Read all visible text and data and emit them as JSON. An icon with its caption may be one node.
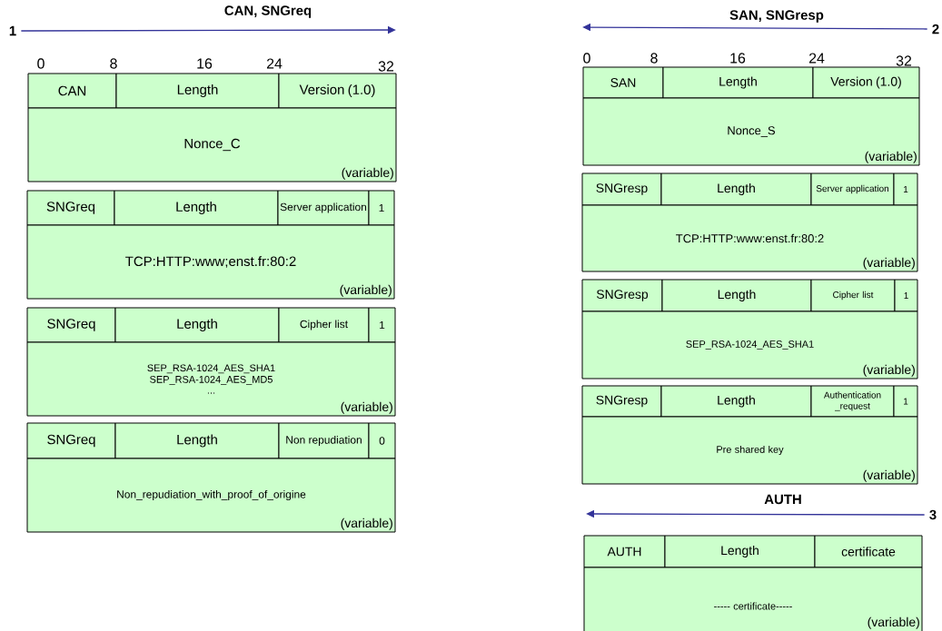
{
  "diagram": {
    "nodes": [
      {
        "text": [
          "1"
        ]
      },
      {
        "text": [
          "2"
        ]
      },
      {
        "text": [
          "3"
        ]
      },
      {
        "text": [
          "CAN"
        ]
      },
      {
        "text": [
          "Length"
        ]
      },
      {
        "text": [
          "Version (1.0)"
        ]
      },
      {
        "text": [
          "Nonce_C",
          "(variable)"
        ]
      },
      {
        "text": [
          "SNGreq"
        ]
      },
      {
        "text": [
          "Length"
        ]
      },
      {
        "text": [
          "Server application"
        ]
      },
      {
        "text": [
          "1"
        ]
      },
      {
        "text": [
          "TCP:HTTP:www;enst.fr:80:2",
          "(variable)"
        ]
      },
      {
        "text": [
          "SNGreq"
        ]
      },
      {
        "text": [
          "Length"
        ]
      },
      {
        "text": [
          "Cipher list"
        ]
      },
      {
        "text": [
          "1"
        ]
      },
      {
        "text": [
          "SEP_RSA-1024_AES_SHA1",
          "SEP_RSA-1024_AES_MD5",
          "...",
          "(variable)"
        ]
      },
      {
        "text": [
          "SNGreq"
        ]
      },
      {
        "text": [
          "Length"
        ]
      },
      {
        "text": [
          "Non repudiation"
        ]
      },
      {
        "text": [
          "0"
        ]
      },
      {
        "text": [
          "Non_repudiation_with_proof_of_origine",
          "(variable)"
        ]
      },
      {
        "text": [
          "SAN"
        ]
      },
      {
        "text": [
          "Length"
        ]
      },
      {
        "text": [
          "Version (1.0)"
        ]
      },
      {
        "text": [
          "Nonce_S",
          "(variable)"
        ]
      },
      {
        "text": [
          "SNGresp"
        ]
      },
      {
        "text": [
          "Length"
        ]
      },
      {
        "text": [
          "Server application"
        ]
      },
      {
        "text": [
          "1"
        ]
      },
      {
        "text": [
          "TCP:HTTP:www:enst.fr:80:2",
          "(variable)"
        ]
      },
      {
        "text": [
          "SNGresp"
        ]
      },
      {
        "text": [
          "Length"
        ]
      },
      {
        "text": [
          "Cipher list"
        ]
      },
      {
        "text": [
          "1"
        ]
      },
      {
        "text": [
          "SEP_RSA-1024_AES_SHA1",
          "(variable)"
        ]
      },
      {
        "text": [
          "SNGresp"
        ]
      },
      {
        "text": [
          "Length"
        ]
      },
      {
        "text": [
          "Authentication _request"
        ]
      },
      {
        "text": [
          "1"
        ]
      },
      {
        "text": [
          "Pre shared key",
          "(variable)"
        ]
      },
      {
        "text": [
          "AUTH"
        ]
      },
      {
        "text": [
          "Length"
        ]
      },
      {
        "text": [
          "certificate"
        ]
      },
      {
        "text": [
          "----- certificate-----",
          "(variable)"
        ]
      }
    ],
    "edges": [
      {
        "from": 0,
        "to": null,
        "arrow": "to",
        "label": "CAN, SNGreq"
      },
      {
        "from": 1,
        "to": null,
        "arrow": "to",
        "label": "SAN, SNGresp"
      },
      {
        "from": 2,
        "to": null,
        "arrow": "to",
        "label": "AUTH"
      }
    ],
    "labels": [
      "0",
      "8",
      "16",
      "24",
      "32",
      "0",
      "8",
      "16",
      "24",
      "32"
    ]
  }
}
